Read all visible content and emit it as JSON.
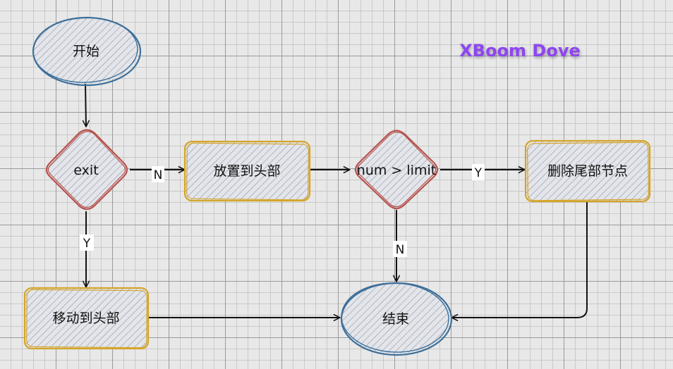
{
  "brand": {
    "text": "XBoom Dove",
    "color": "#8e44f0"
  },
  "colors": {
    "terminal_stroke": "#3d6f9a",
    "decision_stroke": "#b5534f",
    "process_stroke": "#d4a52c",
    "edge": "#111111"
  },
  "nodes": {
    "start": {
      "label": "开始",
      "shape": "ellipse"
    },
    "exit": {
      "label": "exit",
      "shape": "diamond"
    },
    "put_head": {
      "label": "放置到头部",
      "shape": "rounded-rect"
    },
    "check_limit": {
      "label": "num > limit",
      "shape": "diamond"
    },
    "delete_tail": {
      "label": "删除尾部节点",
      "shape": "rounded-rect"
    },
    "move_head": {
      "label": "移动到头部",
      "shape": "rounded-rect"
    },
    "end": {
      "label": "结束",
      "shape": "ellipse"
    }
  },
  "edges": {
    "start_exit": {
      "from": "start",
      "to": "exit",
      "label": ""
    },
    "exit_put": {
      "from": "exit",
      "to": "put_head",
      "label": "N"
    },
    "put_check": {
      "from": "put_head",
      "to": "check_limit",
      "label": ""
    },
    "check_delete": {
      "from": "check_limit",
      "to": "delete_tail",
      "label": "Y"
    },
    "check_end": {
      "from": "check_limit",
      "to": "end",
      "label": "N"
    },
    "exit_move": {
      "from": "exit",
      "to": "move_head",
      "label": "Y"
    },
    "move_end": {
      "from": "move_head",
      "to": "end",
      "label": ""
    },
    "delete_end": {
      "from": "delete_tail",
      "to": "end",
      "label": ""
    }
  }
}
